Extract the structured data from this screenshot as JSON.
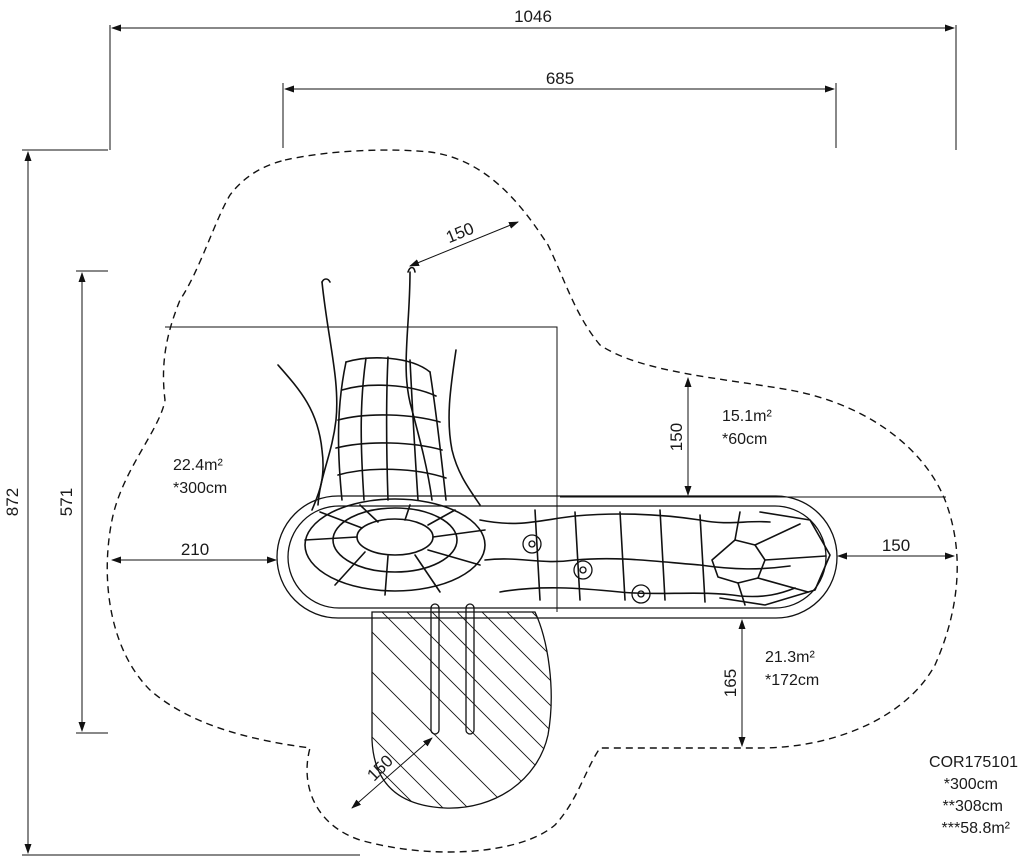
{
  "dimensions": {
    "overall_width": "1046",
    "inner_width": "685",
    "overall_height": "872",
    "structure_height": "571",
    "left_clearance": "210",
    "right_clearance": "150",
    "top_clearance": "150",
    "bottom_right_clearance": "165",
    "upper_right_clearance": "150",
    "bottom_clearance": "150"
  },
  "areas": {
    "left": {
      "area": "22.4m²",
      "height": "*300cm"
    },
    "upper_right": {
      "area": "15.1m²",
      "height": "*60cm"
    },
    "lower_right": {
      "area": "21.3m²",
      "height": "*172cm"
    }
  },
  "product": {
    "code": "COR175101",
    "free_height": "*300cm",
    "fall_height": "**308cm",
    "total_area": "***58.8m²"
  }
}
